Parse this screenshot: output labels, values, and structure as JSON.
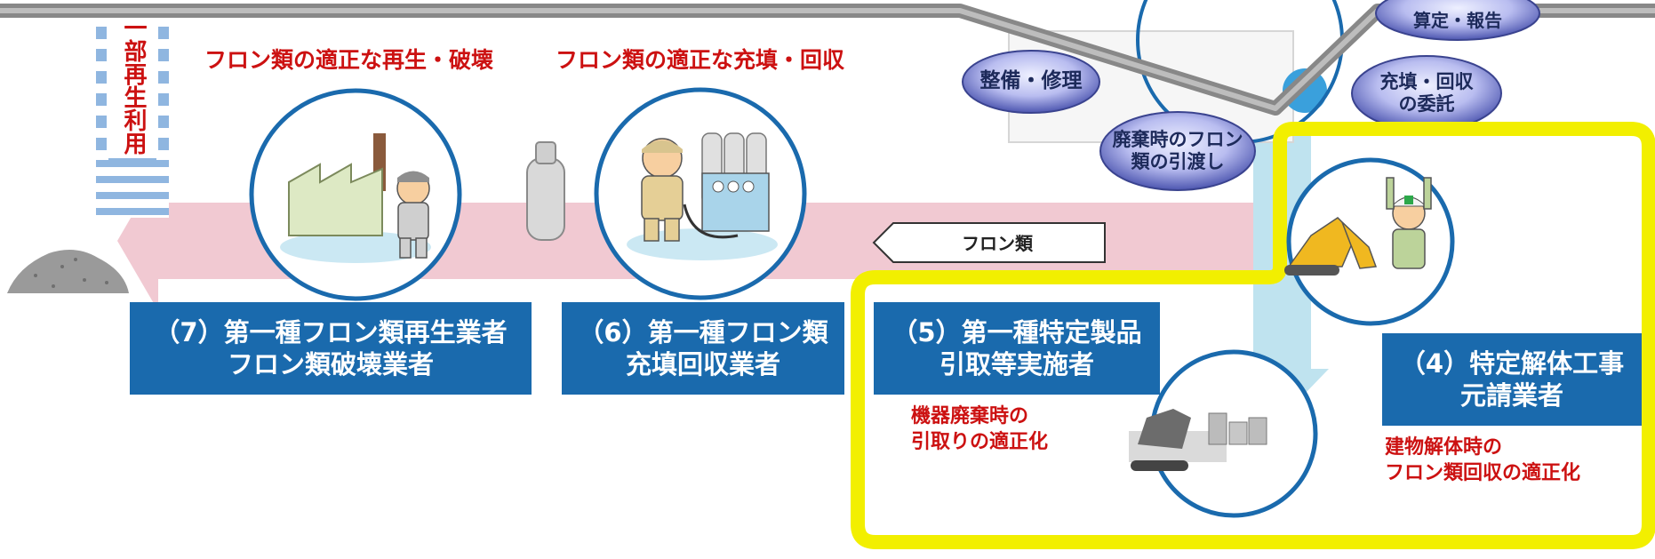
{
  "vertical_label": "一部再生利用",
  "captions": {
    "recycle_destroy": "フロン類の適正な再生・破壊",
    "fill_recover": "フロン類の適正な充填・回収",
    "device_disposal": [
      "機器廃棄時の",
      "引取りの適正化"
    ],
    "building_demolition": [
      "建物解体時の",
      "フロン類回収の適正化"
    ]
  },
  "flow_arrow_label": "フロン類",
  "actors": [
    {
      "id": "7",
      "lines": [
        "（7）第一種フロン類再生業者",
        "フロン類破壊業者"
      ]
    },
    {
      "id": "6",
      "lines": [
        "（6）第一種フロン類",
        "充填回収業者"
      ]
    },
    {
      "id": "5",
      "lines": [
        "（5）第一種特定製品",
        "引取等実施者"
      ]
    },
    {
      "id": "4",
      "lines": [
        "（4）特定解体工事",
        "元請業者"
      ]
    }
  ],
  "ovals": {
    "maintenance": "整備・修理",
    "handover": [
      "廃棄時のフロン",
      "類の引渡し"
    ],
    "fill_recover_request": [
      "充填・回収",
      "の委託"
    ],
    "calc_report": "算定・報告"
  },
  "colors": {
    "label_blue": "#1a6aad",
    "caption_red": "#cc1111",
    "highlight_yellow": "#f2ef00",
    "flow_pink": "#f0c8d0",
    "oval_purple": "#5b63b8"
  }
}
